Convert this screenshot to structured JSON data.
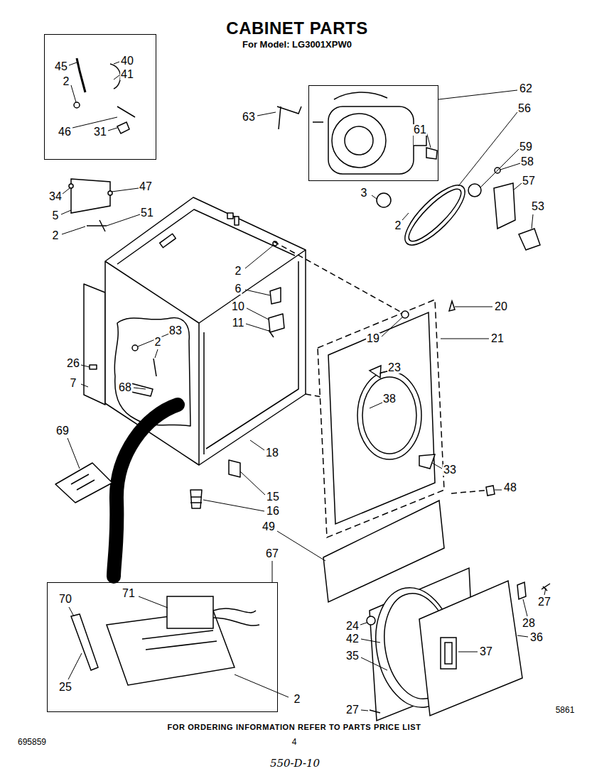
{
  "diagram": {
    "title": "CABINET PARTS",
    "caption": "FOR ORDERING INFORMATION REFER TO PARTS PRICE LIST",
    "nodes": [
      {
        "text": [
          "45",
          "40",
          "41",
          "2",
          "46",
          "31"
        ]
      },
      {
        "text": [
          "61"
        ]
      },
      {
        "text": [
          "71",
          "70",
          "25"
        ]
      }
    ],
    "labels": [
      "For Model: LG3001XPW0",
      "34",
      "47",
      "5",
      "51",
      "2",
      "63",
      "62",
      "56",
      "59",
      "58",
      "57",
      "53",
      "3",
      "2",
      "2",
      "6",
      "10",
      "11",
      "19",
      "20",
      "21",
      "23",
      "38",
      "33",
      "83",
      "2",
      "26",
      "7",
      "68",
      "69",
      "18",
      "15",
      "16",
      "49",
      "48",
      "67",
      "2",
      "27",
      "28",
      "36",
      "37",
      "24",
      "42",
      "35",
      "27",
      "5861",
      "695859",
      "4",
      "550-D-10"
    ]
  }
}
